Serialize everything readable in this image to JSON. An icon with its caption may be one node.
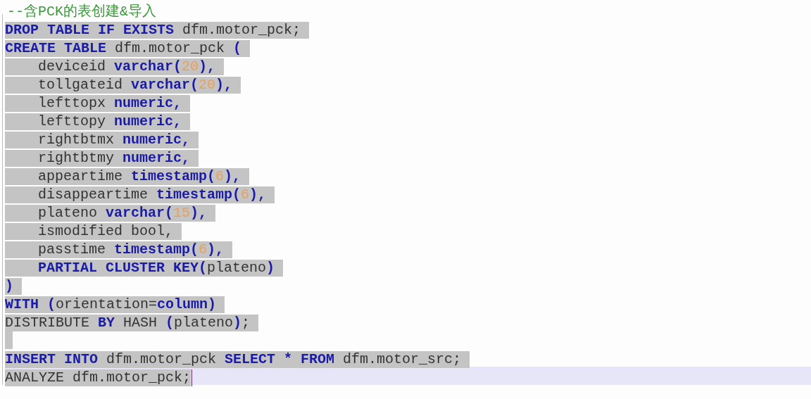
{
  "diagram": {
    "labels": [
      "--含PCK的表创建&导入",
      "**DROP TABLE IF EXISTS** dfm.motor_pck;",
      "**CREATE TABLE** dfm.motor_pck **(**",
      "deviceid **varchar(**20**),**",
      "tollgateid **varchar(**20**),**",
      "lefttopx **numeric,**",
      "lefttopy **numeric,**",
      "rightbtmx **numeric,**",
      "rightbtmy **numeric,**",
      "appeartime **timestamp(**6**),**",
      "disappeartime **timestamp(**6**),**",
      "plateno **varchar(**15**),**",
      "ismodified bool,",
      "passtime **timestamp(**6**),**",
      "**PARTIAL CLUSTER KEY(**plateno**)**",
      "**)**",
      "**WITH (**orientation=**column)**",
      "DISTRIBUTE **BY** HASH **(**plateno**)**;",
      "**INSERT INTO** dfm.motor_pck **SELECT * FROM** dfm.motor_src;",
      "ANALYZE dfm.motor_pck;"
    ]
  }
}
